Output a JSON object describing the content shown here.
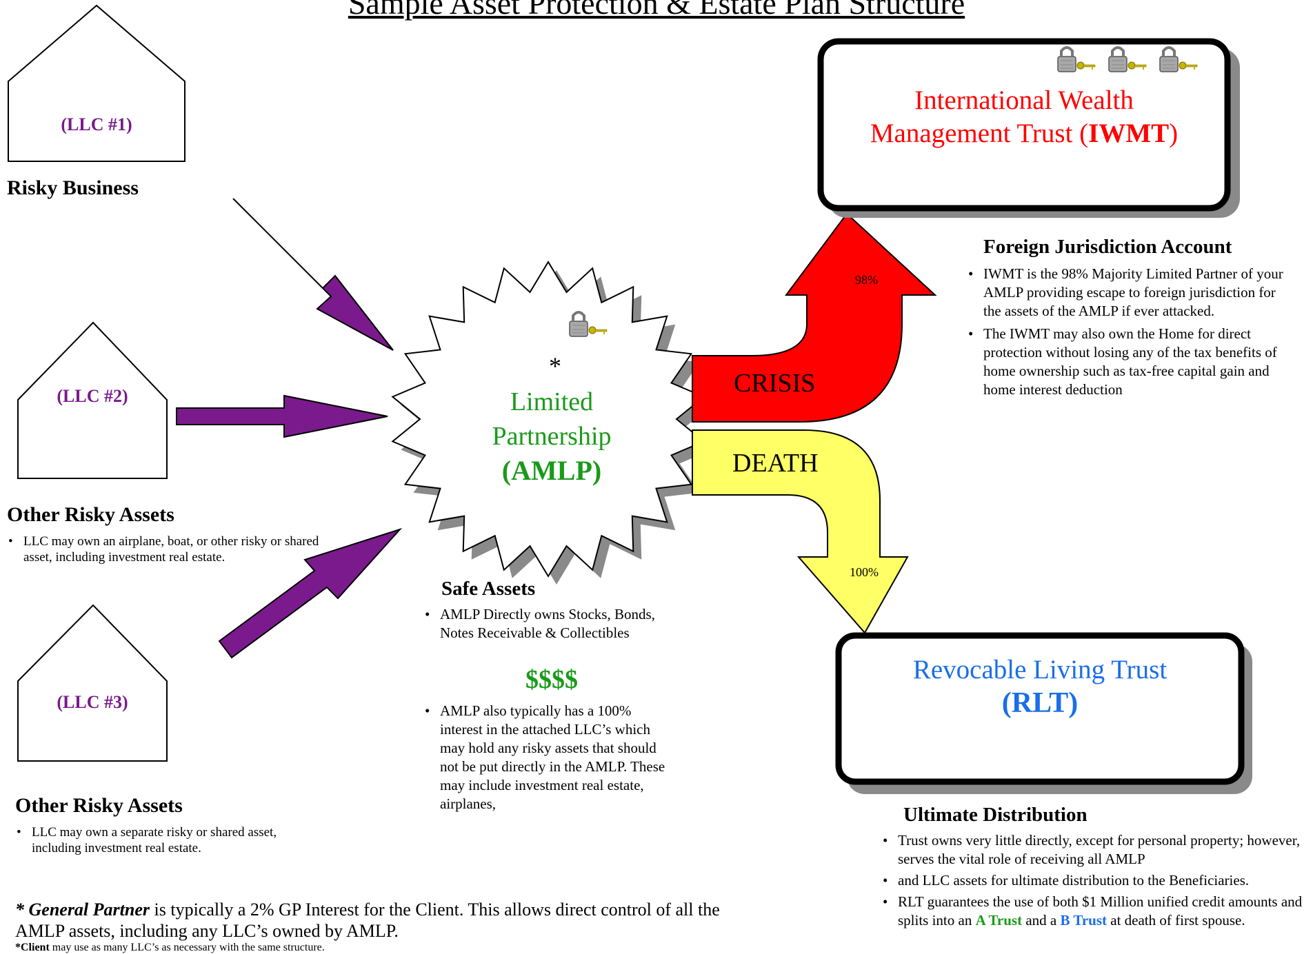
{
  "title": "Sample Asset Protection & Estate Plan Structure",
  "llc1": {
    "label": "(LLC #1)",
    "heading": "Risky Business"
  },
  "llc2": {
    "label": "(LLC #2)",
    "heading": "Other Risky Assets",
    "bullets": [
      "LLC may own an airplane, boat, or other risky or shared asset, including investment real estate."
    ]
  },
  "llc3": {
    "label": "(LLC #3)",
    "heading": "Other Risky Assets",
    "bullets": [
      "LLC may own a separate risky or shared asset, including investment real estate."
    ]
  },
  "amlp": {
    "asterisk": "*",
    "line1": "Limited",
    "line2": "Partnership",
    "line3": "(AMLP)"
  },
  "safe_assets": {
    "heading": "Safe Assets",
    "bullet1": "AMLP Directly owns Stocks, Bonds, Notes Receivable & Collectibles",
    "money": "$$$$",
    "bullet2": "AMLP also typically has a 100% interest in the attached LLC’s which may hold any risky assets that should not be put directly in the AMLP. These may include investment real estate, airplanes,"
  },
  "crisis": {
    "label": "CRISIS",
    "percent": "98%"
  },
  "death": {
    "label": "DEATH",
    "percent": "100%"
  },
  "iwmt": {
    "line1": "International Wealth",
    "line2_prefix": "Management Trust (",
    "line2_bold": "IWMT",
    "line2_suffix": ")"
  },
  "foreign": {
    "heading": "Foreign Jurisdiction Account",
    "bullets": [
      "IWMT is the 98% Majority Limited Partner of your AMLP providing escape to foreign jurisdiction for the assets of the AMLP if ever attacked.",
      "The IWMT may also own the Home for direct protection without losing any of the tax benefits of home ownership such as tax-free capital gain and home interest deduction"
    ]
  },
  "rlt": {
    "line1": "Revocable Living Trust",
    "line2": "(RLT)"
  },
  "ultimate": {
    "heading": "Ultimate Distribution",
    "bullet1": "Trust owns very little directly, except for personal property; however, serves the vital role of receiving all AMLP",
    "bullet2": "and LLC  assets for ultimate distribution to the Beneficiaries.",
    "bullet3_part1": "RLT guarantees the use of both $1 Million unified credit amounts and splits into an ",
    "a_trust": "A Trust",
    "bullet3_part2": " and a ",
    "b_trust": "B Trust",
    "bullet3_part3": " at death of first spouse."
  },
  "footer": {
    "asterisk": "*",
    "gp_label": "General Partner",
    "gp_text": " is typically a 2% GP Interest for the Client.  This allows direct control of all the AMLP assets, including any LLC’s owned by AMLP.",
    "client_label": "*Client",
    "client_text": "  may use as many LLC’s as necessary with the same structure."
  },
  "colors": {
    "purple": "#7a1a8c",
    "green": "#1a9a1a",
    "red": "#ff0000",
    "yellow": "#ffff66",
    "blue": "#1a6ee8"
  }
}
